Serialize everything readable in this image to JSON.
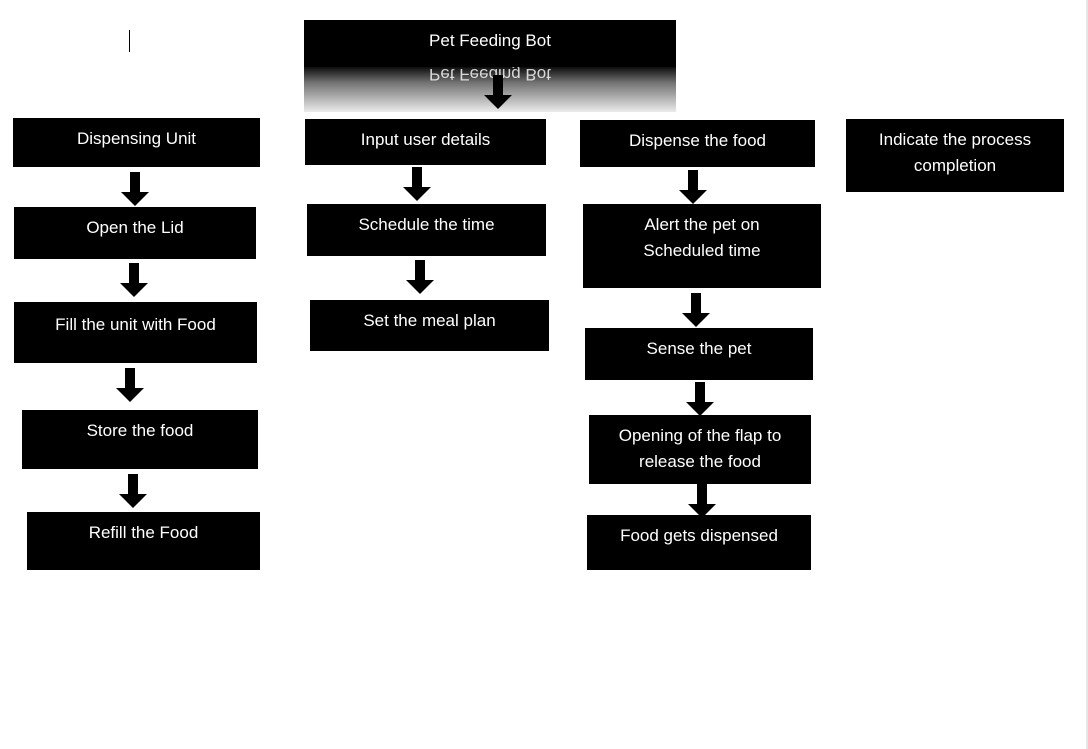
{
  "title": "Pet Feeding Bot",
  "columns": {
    "dispensing_unit": {
      "header": "Dispensing Unit",
      "steps": [
        "Open the Lid",
        "Fill the unit with Food",
        "Store the food",
        "Refill the Food"
      ]
    },
    "user_input": {
      "header": "Input user details",
      "steps": [
        "Schedule the time",
        "Set the meal plan"
      ]
    },
    "dispense": {
      "header": "Dispense the food",
      "steps": [
        "Alert the pet on\nScheduled time",
        "Sense the pet",
        "Opening of the flap to\nrelease the food",
        "Food gets dispensed"
      ]
    },
    "completion": {
      "header": "Indicate the process\ncompletion"
    }
  },
  "colors": {
    "box_fill": "#000000",
    "box_text": "#ffffff",
    "arrow": "#000000"
  }
}
